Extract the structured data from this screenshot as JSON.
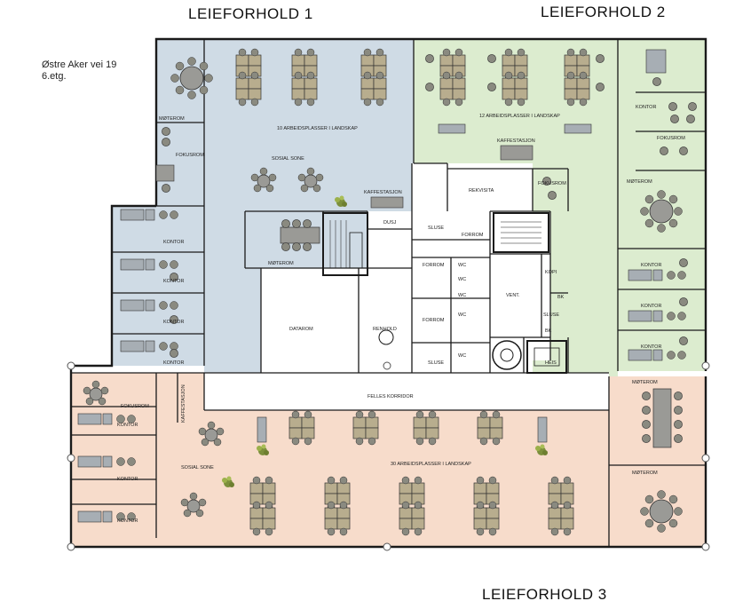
{
  "titles": {
    "tenant1": "LEIEFORHOLD 1",
    "tenant2": "LEIEFORHOLD 2",
    "tenant3": "LEIEFORHOLD 3"
  },
  "address": {
    "line1": "Østre Aker vei 19",
    "line2": "6.etg."
  },
  "rooms": {
    "moterom_t1": "MØTEROM",
    "landskap_t1": "10 ARBEIDSPLASSER I LANDSKAP",
    "fokusrom_t1": "FOKUSROM",
    "sosial_sone_t1": "SOSIAL SONE",
    "kontor_t1_a": "KONTOR",
    "kontor_t1_b": "KONTOR",
    "kontor_t1_c": "KONTOR",
    "kontor_t1_d": "KONTOR",
    "moterom_t1_b": "MØTEROM",
    "kaffestasjon_t1": "KAFFESTASJON",
    "dusj": "DUSJ",
    "sluse_a": "SLUSE",
    "forrom_a": "FORROM",
    "wc_a": "WC",
    "forrom_b": "FORROM",
    "wc_b": "WC",
    "wc_c": "WC",
    "forrom_c": "FORROM",
    "wc_d": "WC",
    "sluse_b": "SLUSE",
    "wc_e": "WC",
    "vent": "VENT.",
    "datarom": "DATAROM",
    "renhold": "RENHOLD",
    "landskap_t2": "12 ARBEIDSPLASSER I LANDSKAP",
    "kontor_t2_a": "KONTOR",
    "fokusrom_t2_a": "FOKUSROM",
    "kaffestasjon_t2": "KAFFESTASJON",
    "rekvisita": "REKVISITA",
    "fokusrom_t2_b": "FOKUSROM",
    "moterom_t2": "MØTEROM",
    "kontor_t2_b": "KONTOR",
    "kontor_t2_c": "KONTOR",
    "kontor_t2_d": "KONTOR",
    "kopi": "KOPI",
    "bk_a": "BK",
    "sluse_c": "SLUSE",
    "bk_b": "BK",
    "heis": "HEIS",
    "felles_korridor": "FELLES KORRIDOR",
    "landskap_t3": "30 ARBEIDSPLASSER I LANDSKAP",
    "fokusrom_t3": "FOKUSROM",
    "kontor_t3_a": "KONTOR",
    "kontor_t3_b": "KONTOR",
    "kontor_t3_c": "KONTOR",
    "kaffestasjon_t3": "KAFFESTASJON",
    "sosial_sone_t3": "SOSIAL SONE",
    "moterom_t3_a": "MØTEROM",
    "moterom_t3_b": "MØTEROM"
  },
  "colors": {
    "tenant1_fill": "#cfdbe5",
    "tenant2_fill": "#dceccf",
    "tenant3_fill": "#f7dccb",
    "wall": "#1a1a1a",
    "desk": "#b8ad8e",
    "chair": "#8a8a80",
    "table_grey": "#9a9a96"
  }
}
